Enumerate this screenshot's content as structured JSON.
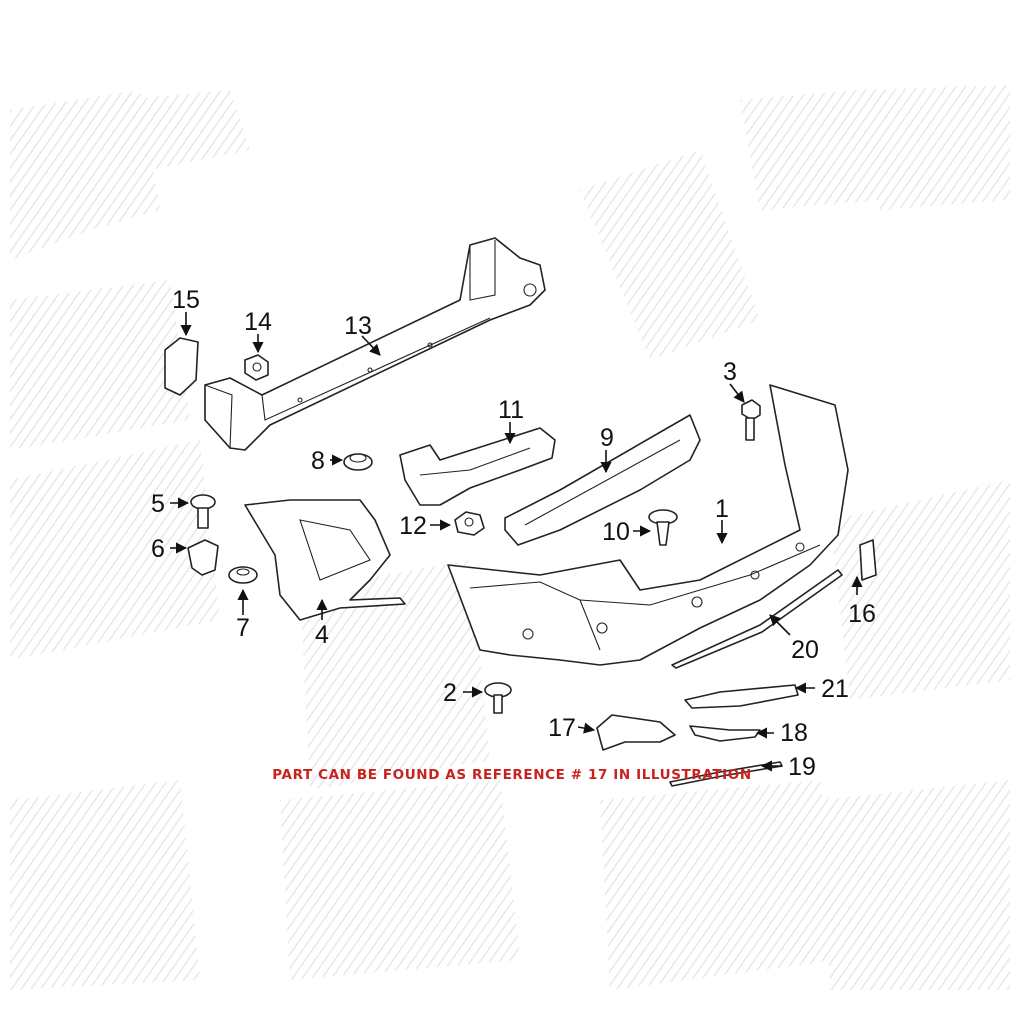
{
  "callouts": {
    "c1": "1",
    "c2": "2",
    "c3": "3",
    "c4": "4",
    "c5": "5",
    "c6": "6",
    "c7": "7",
    "c8": "8",
    "c9": "9",
    "c10": "10",
    "c11": "11",
    "c12": "12",
    "c13": "13",
    "c14": "14",
    "c15": "15",
    "c16": "16",
    "c17": "17",
    "c18": "18",
    "c19": "19",
    "c20": "20",
    "c21": "21"
  },
  "note": "PART CAN BE FOUND AS REFERENCE # 17 IN ILLUSTRATION",
  "colors": {
    "note": "#c8221e",
    "line": "#222222",
    "watermark": "#c9c9c9"
  }
}
